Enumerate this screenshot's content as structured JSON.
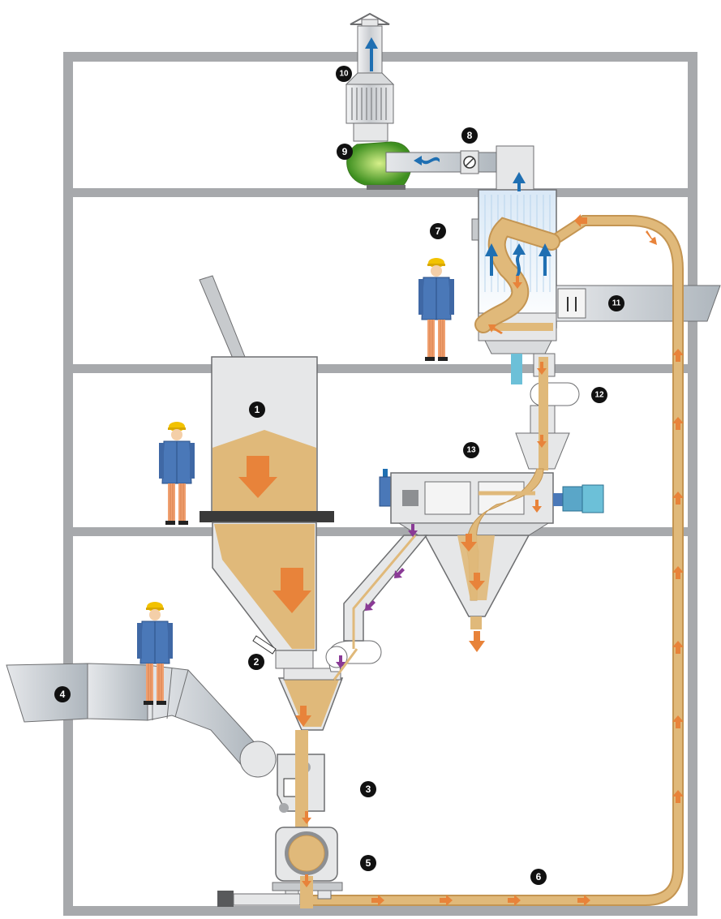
{
  "colors": {
    "building": "#a7a9ac",
    "material": "#e0b97a",
    "material_edge": "#c49552",
    "orange_arrow": "#e8833a",
    "blue_arrow": "#1f6fb2",
    "purple_arrow": "#8a3a96",
    "steel_light": "#e6e7e8",
    "steel_mid": "#c7cacd",
    "steel_dark": "#6d6e70",
    "fan_green": "#59b030",
    "motor_blue": "#6cc0d8",
    "filter_blue": "#c9dff0",
    "worker_coat": "#4a78b8",
    "worker_pants": "#f0a070",
    "helmet": "#f2c200"
  },
  "icons": {
    "worker": "person-icon",
    "arrow": "flow-arrow-icon",
    "valve": "damper-icon"
  },
  "numbers": [
    "1",
    "2",
    "3",
    "4",
    "5",
    "6",
    "7",
    "8",
    "9",
    "10",
    "11",
    "12",
    "13"
  ]
}
